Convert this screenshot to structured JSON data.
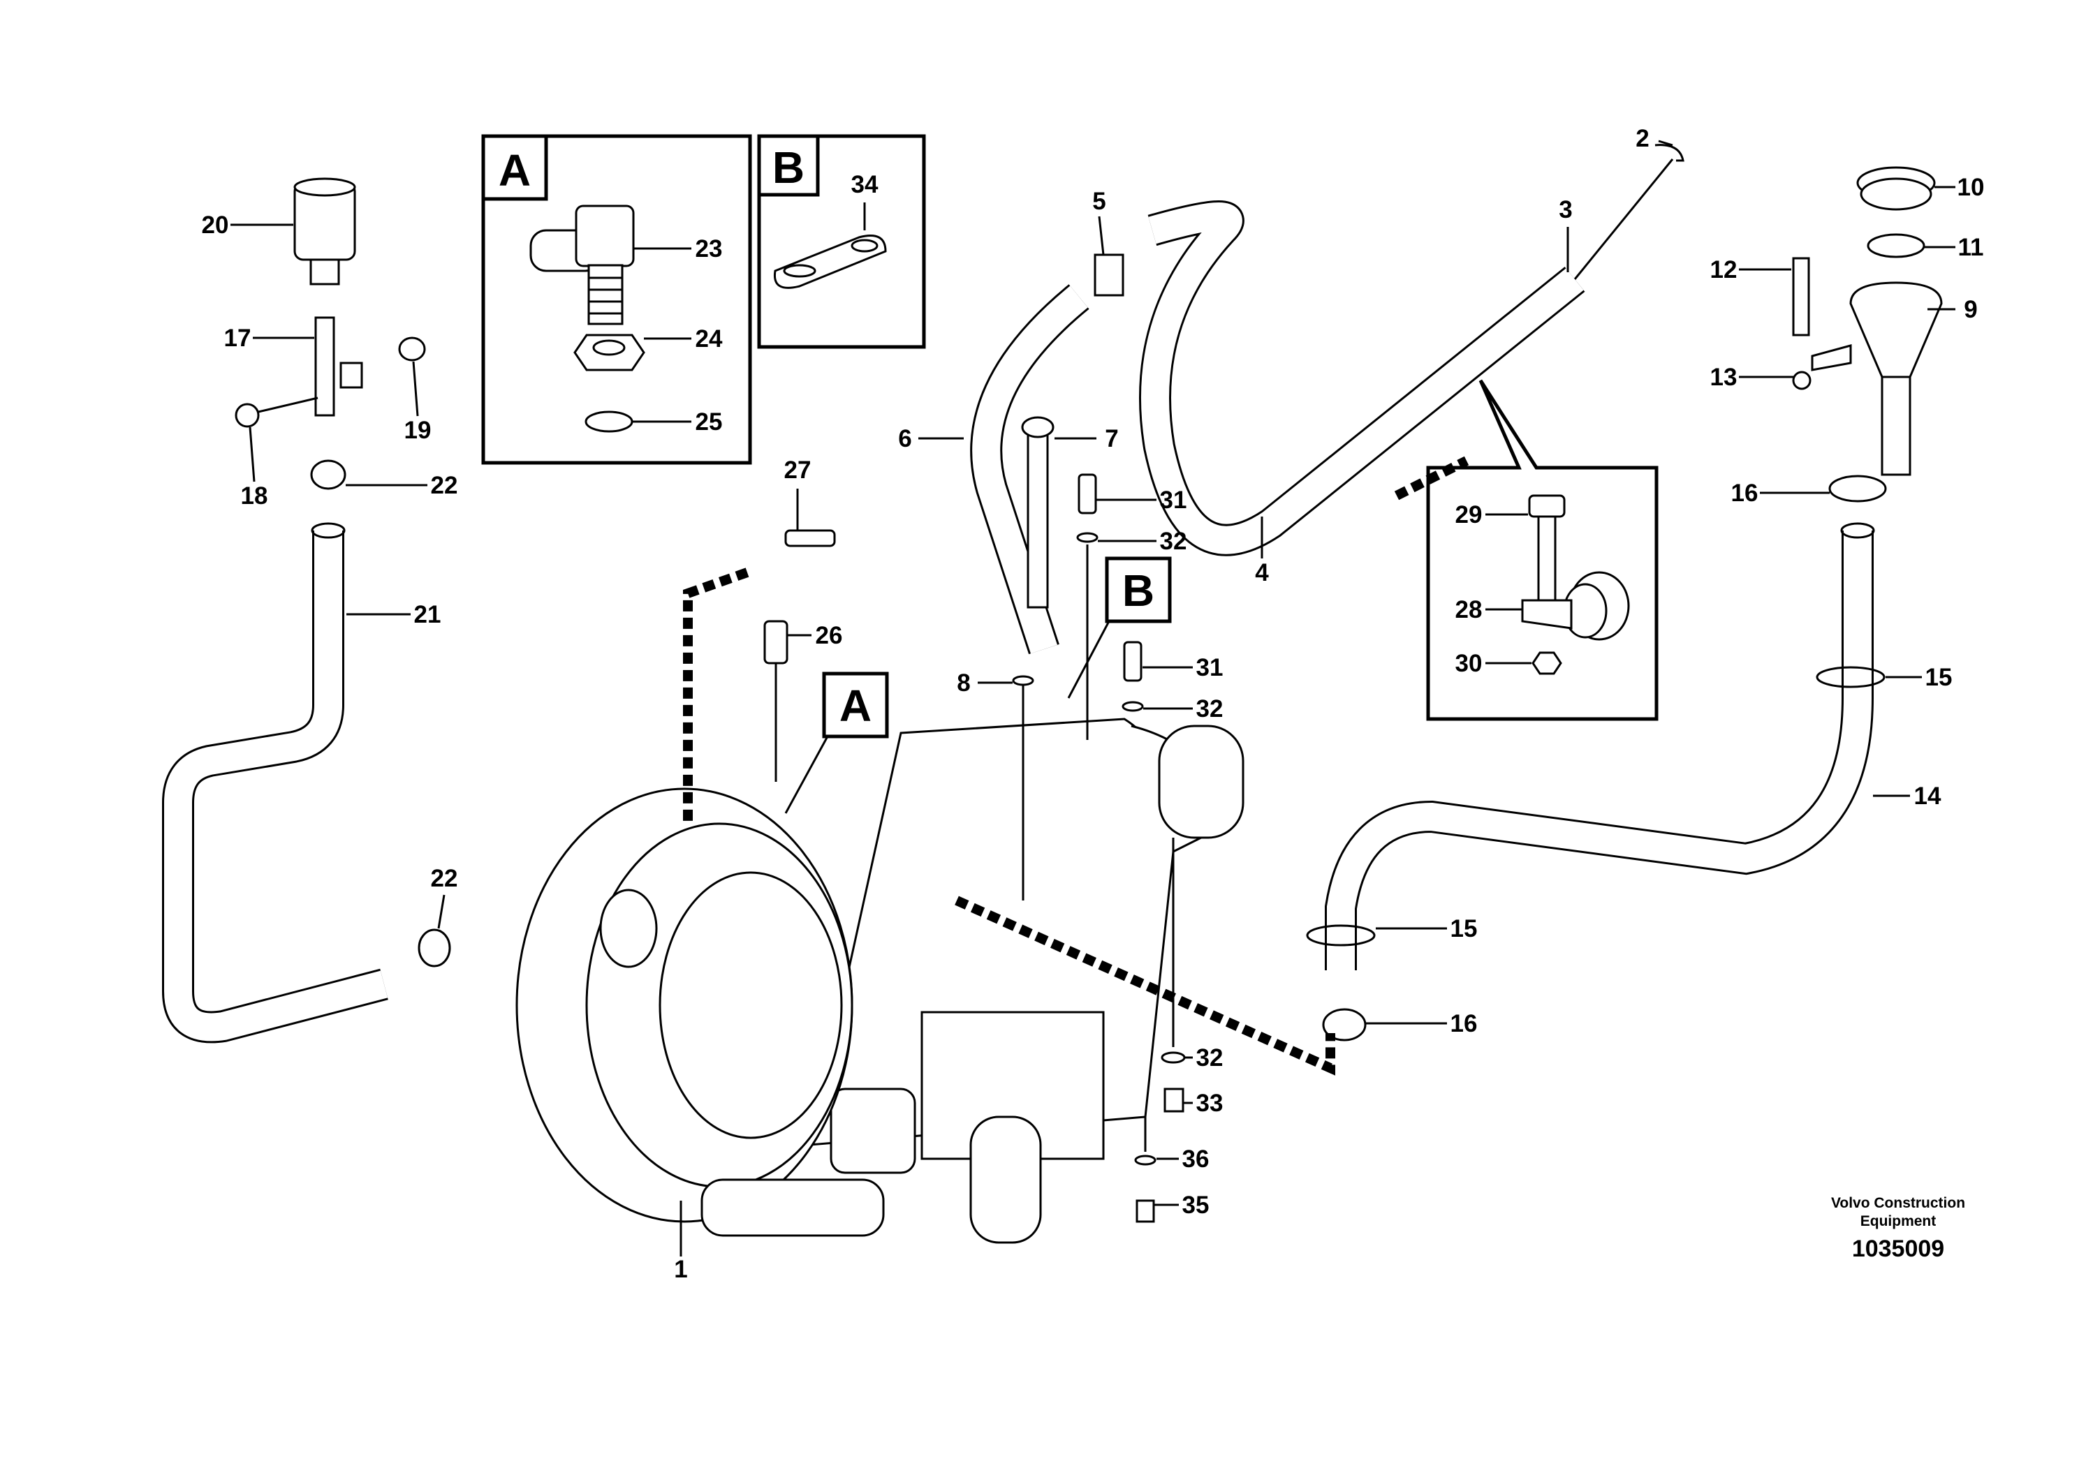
{
  "detail_boxes": [
    {
      "letter": "A",
      "items": [
        "23",
        "24",
        "25"
      ]
    },
    {
      "letter": "B",
      "items": [
        "34"
      ]
    },
    {
      "letter": "",
      "items": [
        "29",
        "28",
        "30"
      ]
    }
  ],
  "reference_markers": [
    "A",
    "B"
  ],
  "callouts": [
    "1",
    "2",
    "3",
    "4",
    "5",
    "6",
    "7",
    "8",
    "9",
    "10",
    "11",
    "12",
    "13",
    "14",
    "15",
    "15",
    "16",
    "16",
    "17",
    "18",
    "19",
    "20",
    "21",
    "22",
    "22",
    "23",
    "24",
    "25",
    "26",
    "27",
    "28",
    "29",
    "30",
    "31",
    "31",
    "32",
    "32",
    "32",
    "33",
    "34",
    "35",
    "36"
  ],
  "credit": {
    "line1": "Volvo Construction",
    "line2": "Equipment",
    "drawing_number": "1035009"
  }
}
